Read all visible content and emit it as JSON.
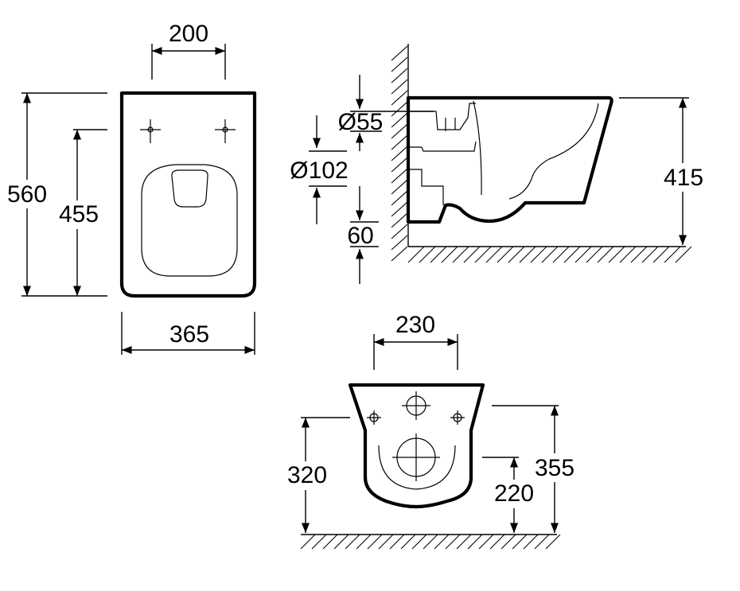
{
  "dimensions": {
    "top_view": {
      "hole_spacing": "200",
      "depth": "560",
      "hole_to_front": "455",
      "width": "365"
    },
    "side_view": {
      "inlet_diameter": "Ø55",
      "outlet_diameter": "Ø102",
      "outlet_offset": "60",
      "height": "415"
    },
    "rear_view": {
      "hole_spacing": "230",
      "fixing_height": "320",
      "top_height": "355",
      "outlet_height": "220"
    }
  },
  "colors": {
    "line": "#000000",
    "background": "#ffffff"
  }
}
